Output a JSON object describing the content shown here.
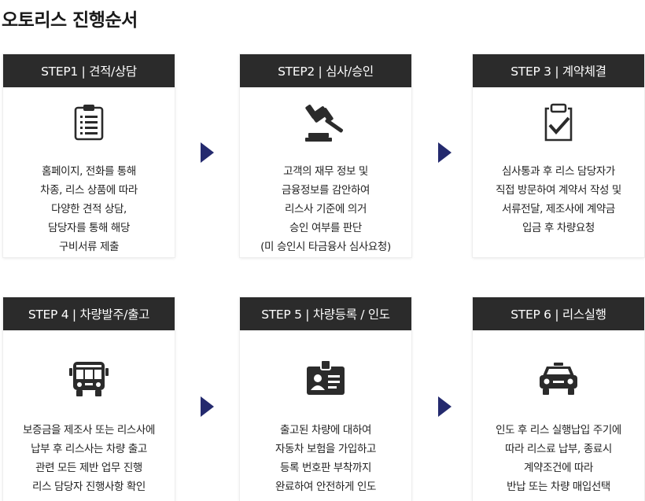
{
  "title": "오토리스 진행순서",
  "steps": [
    {
      "header": "STEP1 |  견적/상담",
      "icon": "clipboard-list-icon",
      "lines": [
        "홈페이지, 전화를 통해",
        "차종, 리스 상품에 따라",
        "다양한 견적 상담,",
        "담당자를 통해 해당",
        "구비서류 제출"
      ]
    },
    {
      "header": "STEP2 |  심사/승인",
      "icon": "gavel-icon",
      "lines": [
        "고객의 재무 정보 및",
        "금융정보를 감안하여",
        "리스사 기준에 의거",
        "승인 여부를 판단",
        "(미 승인시 타금융사 심사요청)"
      ]
    },
    {
      "header": "STEP 3 |  계약체결",
      "icon": "clipboard-check-icon",
      "lines": [
        "심사통과 후 리스 담당자가",
        "직접 방문하여 계약서 작성 및",
        "서류전달, 제조사에 계약금",
        "입금 후 차량요청"
      ]
    },
    {
      "header": "STEP 4 |  차량발주/출고",
      "icon": "bus-icon",
      "lines": [
        "보증금을 제조사 또는 리스사에",
        "납부 후 리스사는 차량 출고",
        "관련 모든 제반 업무 진행",
        "리스 담당자 진행사항 확인"
      ]
    },
    {
      "header": "STEP 5 |  차량등록 / 인도",
      "icon": "id-card-icon",
      "lines": [
        "출고된 차량에 대하여",
        "자동차 보험을 가입하고",
        "등록 번호판 부착까지",
        "완료하여 안전하게 인도"
      ]
    },
    {
      "header": "STEP 6 |  리스실행",
      "icon": "car-icon",
      "lines": [
        "인도 후 리스 실행납입 주기에",
        "따라 리스료 납부, 종료시",
        "계약조건에 따라",
        "반납 또는 차량 매입선택"
      ]
    }
  ],
  "colors": {
    "header_bg": "#2b2b2b",
    "arrow": "#242a6e",
    "icon": "#2b2b2b"
  }
}
